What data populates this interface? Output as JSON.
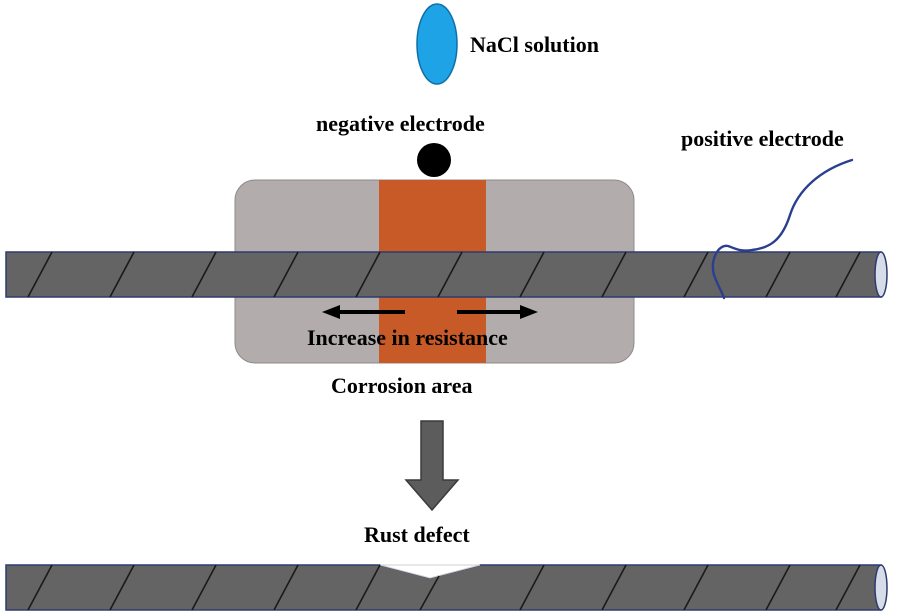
{
  "labels": {
    "nacl": "NaCl solution",
    "negative": "negative electrode",
    "positive": "positive electrode",
    "resistance": "Increase in resistance",
    "corrosion": "Corrosion area",
    "rust": "Rust defect"
  },
  "colors": {
    "background": "#ffffff",
    "nacl_drop": "#1ea3e6",
    "block": "#b2adac",
    "corrosion": "#c85a28",
    "bar": "#646464",
    "bar_outline": "#2f3b6e",
    "wire": "#2b3f8f",
    "arrow": "#5c5c5c"
  },
  "icons": {
    "drop": "nacl-drop-icon",
    "electrode": "negative-electrode-dot-icon",
    "arrow_down": "down-arrow-icon"
  }
}
